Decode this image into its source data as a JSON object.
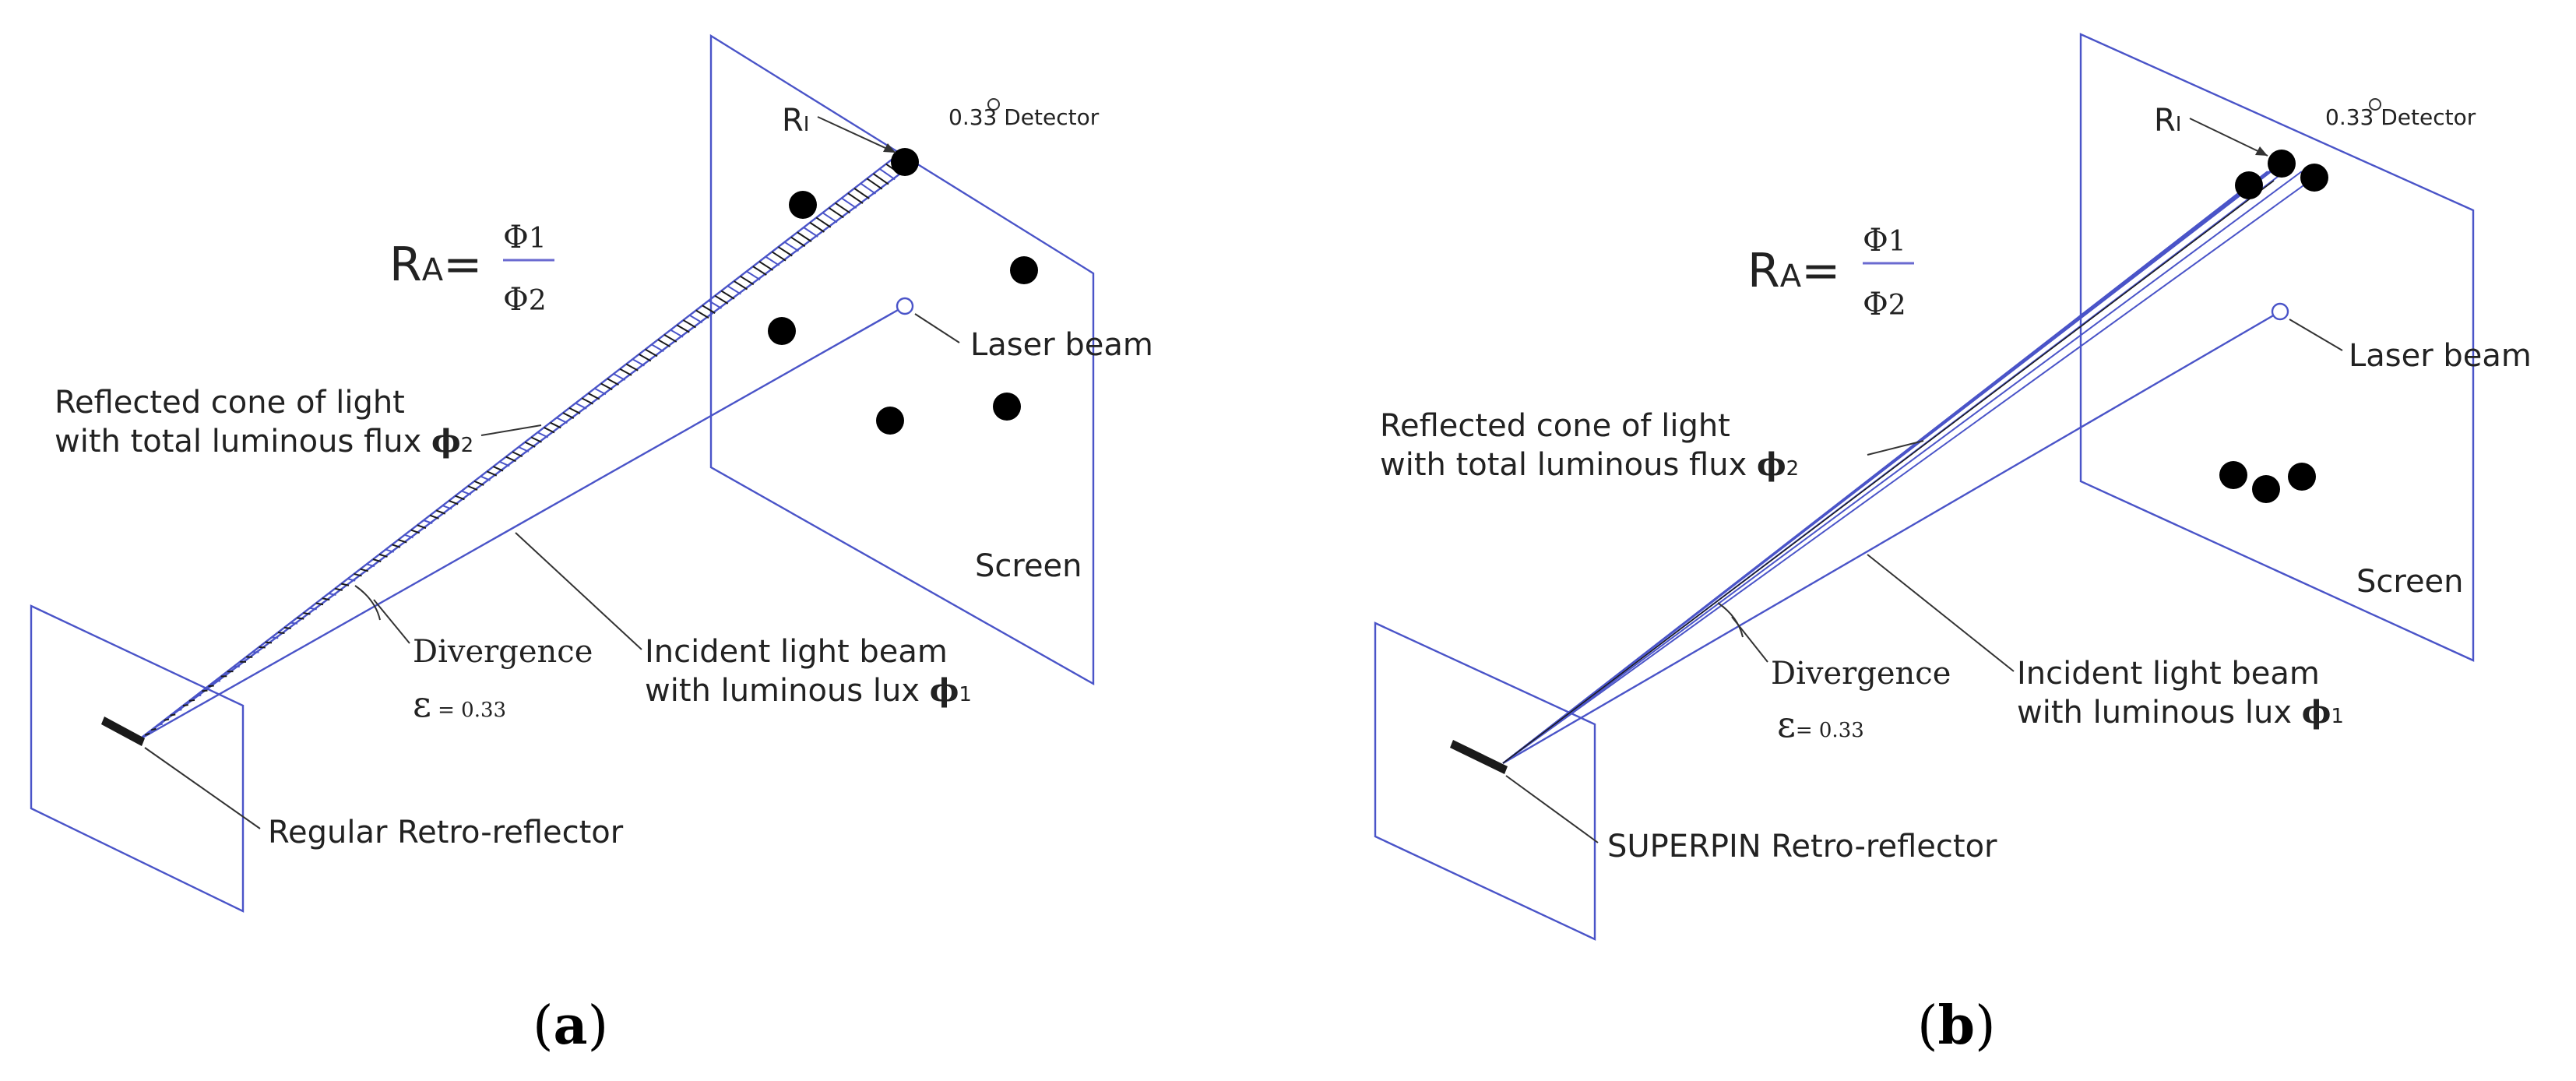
{
  "colors": {
    "line_blue": "#4a54c8",
    "text": "#222222",
    "dot": "#000000",
    "hatch": "#1a1a1a"
  },
  "panels": [
    {
      "id": "a",
      "label_open": "(",
      "label_letter": "a",
      "label_close": ")",
      "formula": {
        "lhs": "R",
        "sub": "A",
        "eq": "=",
        "num": "Φ",
        "num_sub": "1",
        "den": "Φ",
        "den_sub": "2"
      },
      "ri": {
        "main": "R",
        "sub": "I"
      },
      "detector_label": "0.33 Detector",
      "laser_label": "Laser beam",
      "screen_label": "Screen",
      "reflected_label_line1": "Reflected cone of light",
      "reflected_label_line2": "with total luminous flux ",
      "reflected_phi": "ϕ",
      "reflected_phi_sub": "2",
      "incident_label_line1": "Incident light beam",
      "incident_label_line2": "with luminous lux ",
      "incident_phi": "ϕ",
      "incident_phi_sub": "1",
      "divergence_label": "Divergence",
      "epsilon_symbol": "ε",
      "epsilon_value": " = 0.33",
      "retro_label": "Regular Retro-reflector"
    },
    {
      "id": "b",
      "label_open": "(",
      "label_letter": "b",
      "label_close": ")",
      "formula": {
        "lhs": "R",
        "sub": "A",
        "eq": "=",
        "num": "Φ",
        "num_sub": "1",
        "den": "Φ",
        "den_sub": "2"
      },
      "ri": {
        "main": "R",
        "sub": "I"
      },
      "detector_label": "0.33 Detector",
      "laser_label": "Laser beam",
      "screen_label": "Screen",
      "reflected_label_line1": "Reflected cone of light",
      "reflected_label_line2": "with total luminous flux ",
      "reflected_phi": "ϕ",
      "reflected_phi_sub": "2",
      "incident_label_line1": "Incident light beam",
      "incident_label_line2": "with luminous lux ",
      "incident_phi": "ϕ",
      "incident_phi_sub": "1",
      "divergence_label": "Divergence",
      "epsilon_symbol": "ε",
      "epsilon_value": "= 0.33",
      "retro_label": "SUPERPIN Retro-reflector"
    }
  ]
}
